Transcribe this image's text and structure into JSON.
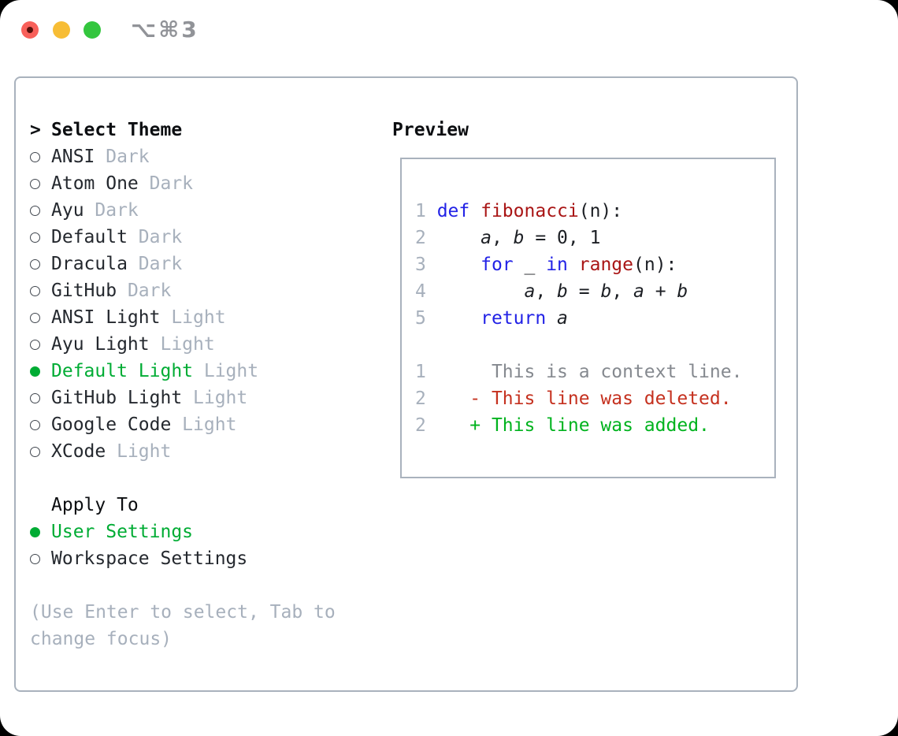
{
  "titlebar": {
    "shortcut": "⌥⌘3",
    "buttons": [
      "close",
      "minimize",
      "zoom"
    ],
    "close_has_unsaved_dot": true
  },
  "theme_list": {
    "cursor": ">",
    "title": "Select Theme",
    "items": [
      {
        "label": "ANSI",
        "variant": "Dark",
        "selected": false
      },
      {
        "label": "Atom One",
        "variant": "Dark",
        "selected": false
      },
      {
        "label": "Ayu",
        "variant": "Dark",
        "selected": false
      },
      {
        "label": "Default",
        "variant": "Dark",
        "selected": false
      },
      {
        "label": "Dracula",
        "variant": "Dark",
        "selected": false
      },
      {
        "label": "GitHub",
        "variant": "Dark",
        "selected": false
      },
      {
        "label": "ANSI Light",
        "variant": "Light",
        "selected": false
      },
      {
        "label": "Ayu Light",
        "variant": "Light",
        "selected": false
      },
      {
        "label": "Default Light",
        "variant": "Light",
        "selected": true
      },
      {
        "label": "GitHub Light",
        "variant": "Light",
        "selected": false
      },
      {
        "label": "Google Code",
        "variant": "Light",
        "selected": false
      },
      {
        "label": "XCode",
        "variant": "Light",
        "selected": false
      }
    ]
  },
  "apply_to": {
    "title": "Apply To",
    "items": [
      {
        "label": "User Settings",
        "selected": true
      },
      {
        "label": "Workspace Settings",
        "selected": false
      }
    ]
  },
  "help": "(Use Enter to select, Tab to change focus)",
  "preview": {
    "title": "Preview",
    "lines": [
      {
        "segments": [
          [
            "num",
            "1 "
          ],
          [
            "kw",
            "def"
          ],
          [
            "pl",
            " "
          ],
          [
            "fn",
            "fibonacci"
          ],
          [
            "pl",
            "(n):"
          ]
        ]
      },
      {
        "segments": [
          [
            "num",
            "2 "
          ],
          [
            "pl",
            "    "
          ],
          [
            "vr",
            "a"
          ],
          [
            "pl",
            ", "
          ],
          [
            "vr",
            "b"
          ],
          [
            "pl",
            " = 0, 1"
          ]
        ]
      },
      {
        "segments": [
          [
            "num",
            "3 "
          ],
          [
            "pl",
            "    "
          ],
          [
            "kw",
            "for"
          ],
          [
            "pl",
            " _ "
          ],
          [
            "kw",
            "in"
          ],
          [
            "pl",
            " "
          ],
          [
            "fn",
            "range"
          ],
          [
            "pl",
            "(n):"
          ]
        ]
      },
      {
        "segments": [
          [
            "num",
            "4 "
          ],
          [
            "pl",
            "        "
          ],
          [
            "vr",
            "a"
          ],
          [
            "pl",
            ", "
          ],
          [
            "vr",
            "b"
          ],
          [
            "pl",
            " = "
          ],
          [
            "vr",
            "b"
          ],
          [
            "pl",
            ", "
          ],
          [
            "vr",
            "a"
          ],
          [
            "pl",
            " + "
          ],
          [
            "vr",
            "b"
          ]
        ]
      },
      {
        "segments": [
          [
            "num",
            "5 "
          ],
          [
            "pl",
            "    "
          ],
          [
            "kw",
            "return"
          ],
          [
            "pl",
            " "
          ],
          [
            "vr",
            "a"
          ]
        ]
      },
      {
        "segments": []
      },
      {
        "segments": [
          [
            "num",
            "1"
          ],
          [
            "ctx",
            "      This is a context line."
          ]
        ]
      },
      {
        "segments": [
          [
            "num",
            "2"
          ],
          [
            "del",
            "    - This line was deleted."
          ]
        ]
      },
      {
        "segments": [
          [
            "num",
            "2"
          ],
          [
            "add",
            "    + This line was added."
          ]
        ]
      }
    ]
  },
  "icons": {
    "cursor": ">",
    "radio_unselected": "○",
    "radio_selected": "●"
  },
  "colors": {
    "accent_green": "#00ac34",
    "keyword_blue": "#2222e6",
    "function_red": "#a91515",
    "diff_deleted_red": "#c5311f",
    "diff_added_green": "#00b31e",
    "diff_context_gray": "#85898f",
    "muted_gray": "#a7b0bc",
    "border_gray": "#a9b2bd",
    "traffic_close": "#f8605a",
    "traffic_minimize": "#f7bd35",
    "traffic_zoom": "#33c63e"
  }
}
